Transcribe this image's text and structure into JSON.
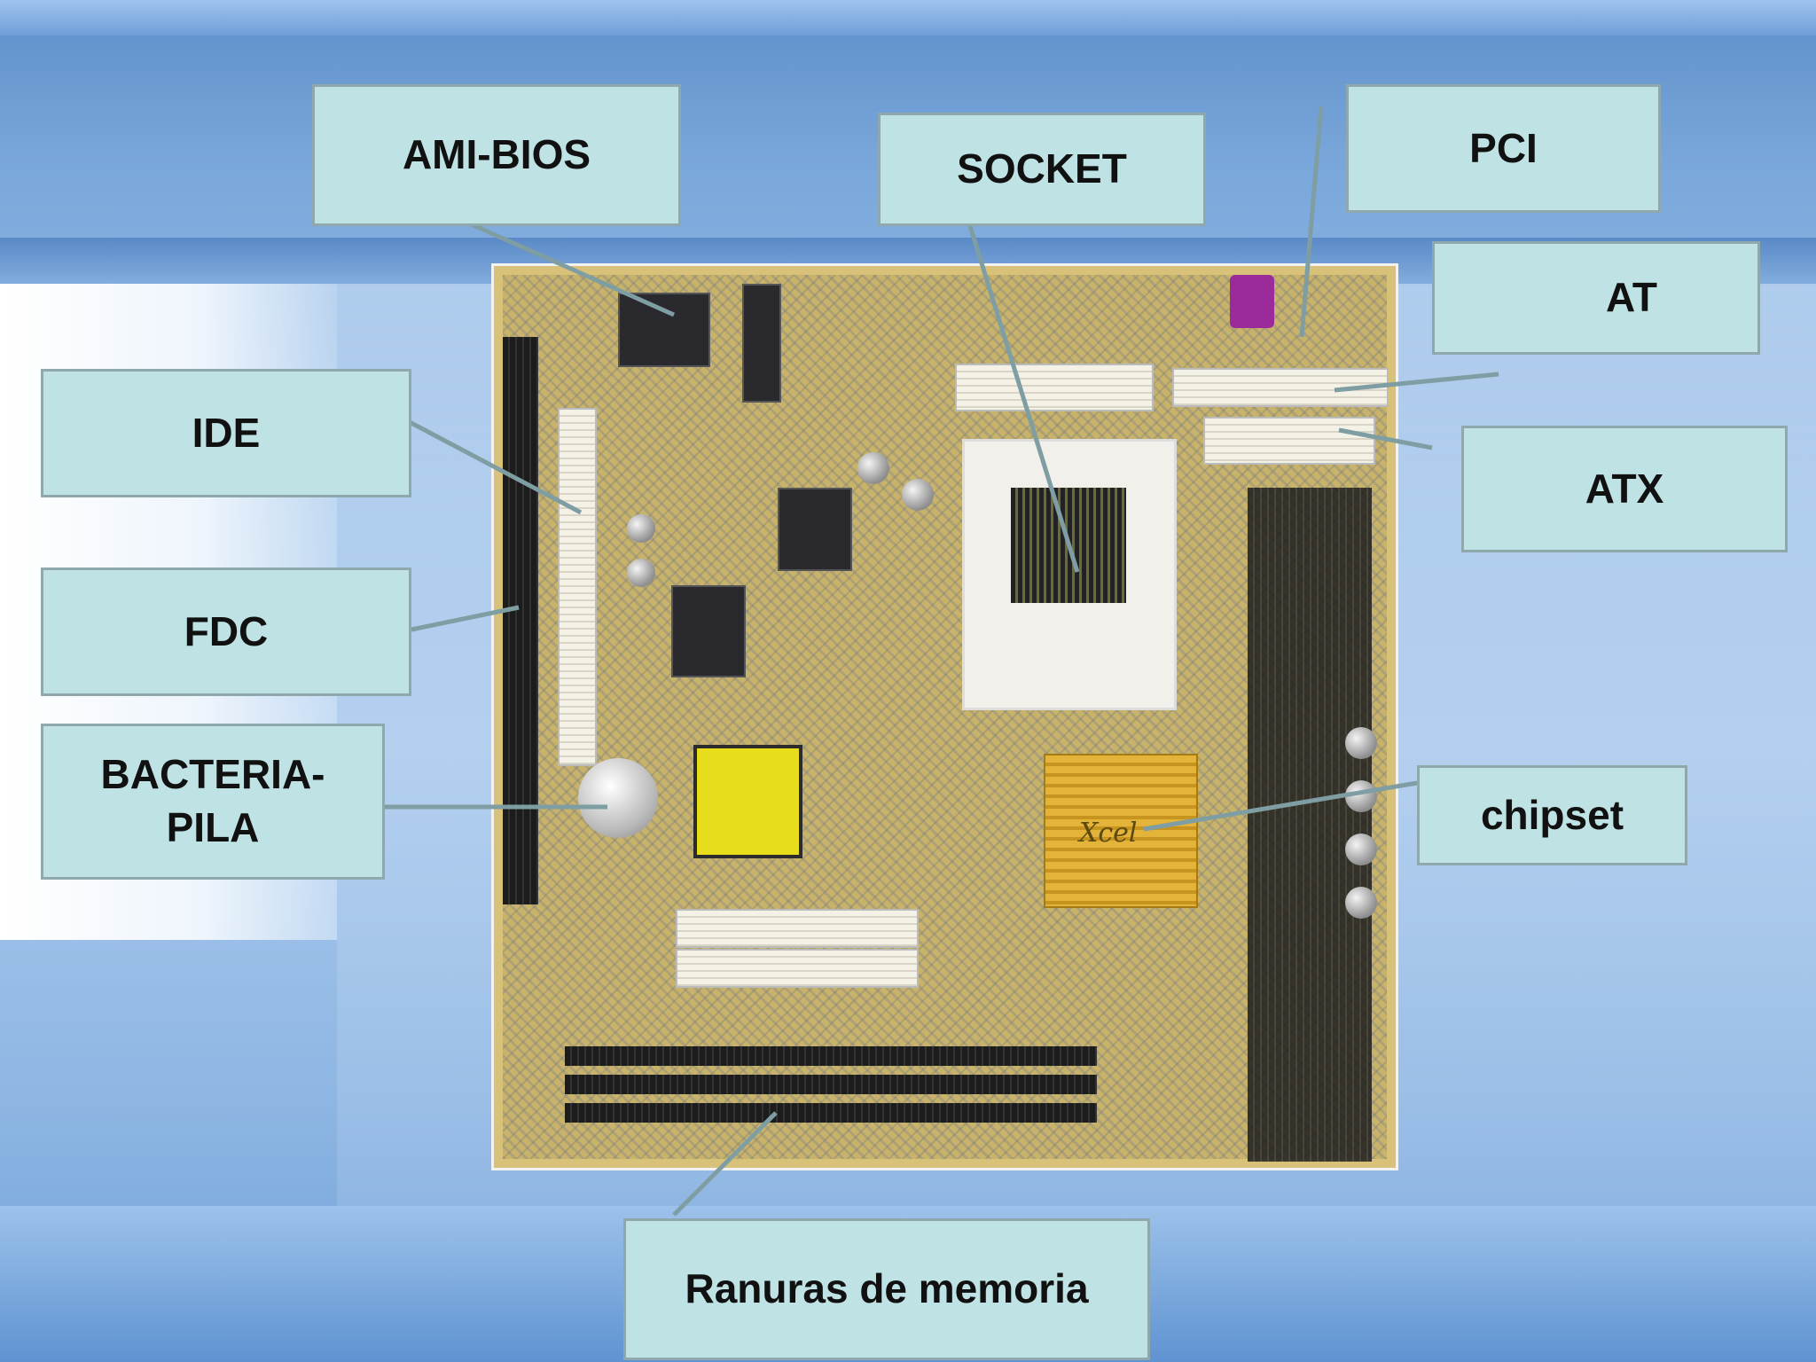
{
  "diagram": {
    "labels": {
      "ami_bios": "AMI-BIOS",
      "socket": "SOCKET",
      "pci": "PCI",
      "at": "AT",
      "ide": "IDE",
      "atx": "ATX",
      "fdc": "FDC",
      "bacteria_pila_line1": "BACTERIA-",
      "bacteria_pila_line2": "PILA",
      "chipset": "chipset",
      "ranuras_memoria": "Ranuras de memoria"
    },
    "heatsink_text": "Xcel",
    "colors": {
      "label_fill": "#bfe2e4",
      "label_border": "#8fa8ab",
      "leader_line": "#7f9ea3",
      "board": "#d8c27a"
    }
  }
}
